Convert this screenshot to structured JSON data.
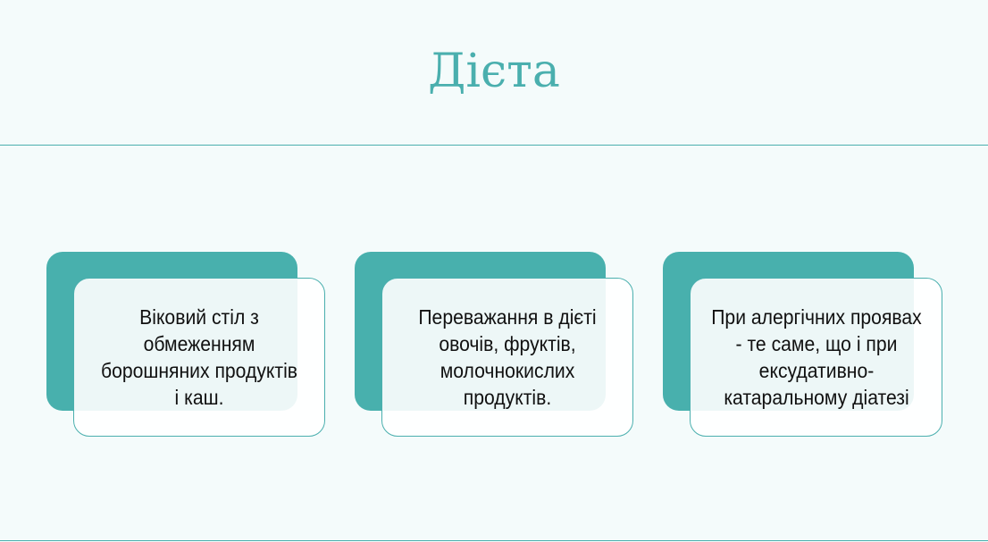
{
  "slide": {
    "title": "Дієта",
    "accent_color": "#48b0ad",
    "background_color": "#f4fbfb",
    "cards": [
      {
        "text": "Віковий стіл з обмеженням борошняних продуктів і каш."
      },
      {
        "text": "Переважання в дієті овочів, фруктів, молочнокислих продуктів."
      },
      {
        "text": "При алергічних проявах - те саме, що і при ексудативно-катаральному діатезі"
      }
    ]
  }
}
